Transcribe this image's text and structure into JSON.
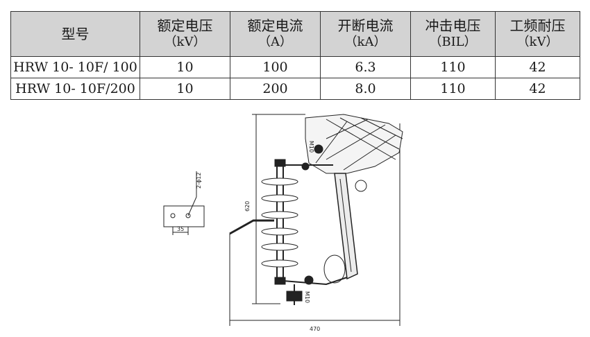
{
  "table": {
    "headers": [
      {
        "label": "型号",
        "unit": ""
      },
      {
        "label": "额定电压",
        "unit": "（kV）"
      },
      {
        "label": "额定电流",
        "unit": "（A）"
      },
      {
        "label": "开断电流",
        "unit": "（kA）"
      },
      {
        "label": "冲击电压",
        "unit": "（BIL）"
      },
      {
        "label": "工频耐压",
        "unit": "（kV）"
      }
    ],
    "rows": [
      [
        "HRW 10- 10F/ 100",
        "10",
        "100",
        "6.3",
        "110",
        "42"
      ],
      [
        "HRW 10- 10F/200",
        "10",
        "200",
        "8.0",
        "110",
        "42"
      ]
    ]
  },
  "drawing": {
    "dim_height": "620",
    "dim_width": "470",
    "dim_plate": "35",
    "hole_note": "2-ϕ12",
    "upper_mark": "M10",
    "lower_mark": "M10"
  }
}
